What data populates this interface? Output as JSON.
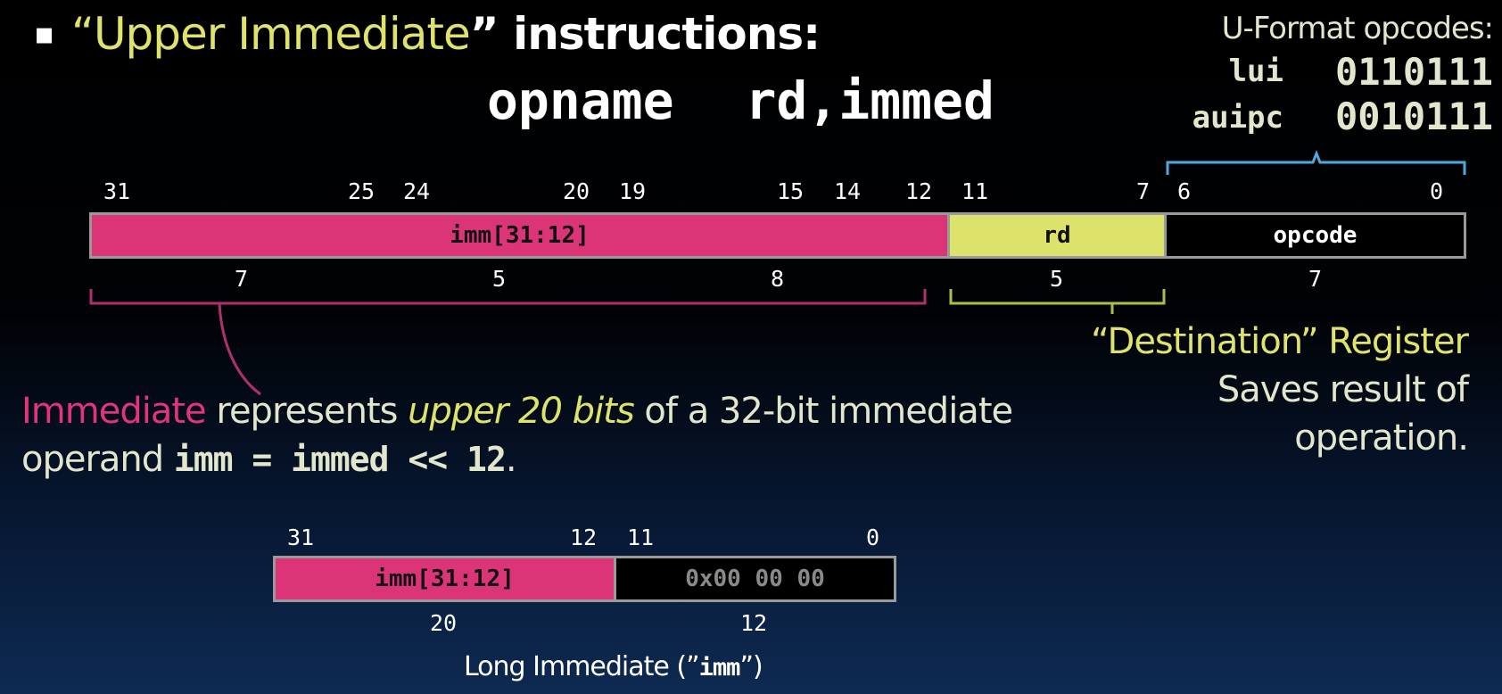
{
  "title": {
    "bullet": "▪",
    "open_quote": "“",
    "highlight": "Upper Immediate",
    "close_quote": "”",
    "rest": " instructions:"
  },
  "syntax": {
    "opname": "opname",
    "operands": "rd,immed"
  },
  "opcodes": {
    "heading": "U-Format opcodes:",
    "rows": [
      {
        "name": "lui",
        "code": "0110111"
      },
      {
        "name": "auipc",
        "code": "0010111"
      }
    ]
  },
  "format": {
    "bit_labels": [
      "31",
      "25",
      "24",
      "20",
      "19",
      "15",
      "14",
      "12",
      "11",
      "7",
      "6",
      "0"
    ],
    "fields": [
      {
        "label": "imm[31:12]",
        "color": "#db3578"
      },
      {
        "label": "rd",
        "color": "#dde26a"
      },
      {
        "label": "opcode",
        "color": "#000000"
      }
    ],
    "sizes": [
      "7",
      "5",
      "8",
      "5",
      "7"
    ]
  },
  "destination": {
    "title": "“Destination” Register",
    "line1": "Saves result of",
    "line2": "operation."
  },
  "immediate_note": {
    "word": "Immediate",
    "text1": " represents ",
    "italic": "upper 20 bits",
    "text2": " of a 32-bit immediate",
    "line2_text": "operand ",
    "code": "imm = immed << 12",
    "period": "."
  },
  "long_imm": {
    "bit_labels": [
      "31",
      "12",
      "11",
      "0"
    ],
    "fields": [
      {
        "label": "imm[31:12]",
        "color": "#db3578"
      },
      {
        "label": "0x00 00 00",
        "color": "#000000"
      }
    ],
    "sizes": [
      "20",
      "12"
    ],
    "caption_pre": "Long Immediate (”",
    "caption_code": "imm",
    "caption_post": "”)"
  },
  "colors": {
    "pink": "#db3578",
    "yellow": "#dde26a",
    "blue_brace": "#4fa9dc",
    "pink_brace": "#b0306e",
    "green_brace": "#a7c04a"
  }
}
